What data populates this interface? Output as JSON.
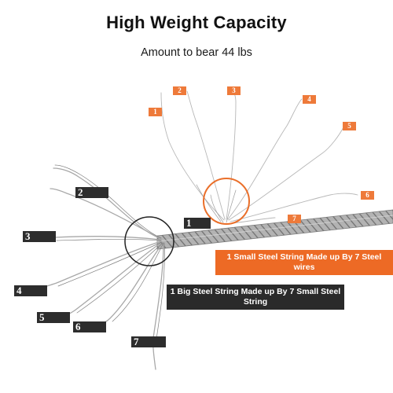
{
  "header": {
    "title": "High Weight Capacity",
    "subtitle": "Amount to bear 44 lbs"
  },
  "small_string_labels": [
    "1",
    "2",
    "3",
    "4",
    "5",
    "6",
    "7"
  ],
  "big_string_labels": [
    "1",
    "2",
    "3",
    "4",
    "5",
    "6",
    "7"
  ],
  "callouts": {
    "small_string": "1 Small Steel String Made up By 7 Steel wires",
    "big_string": "1 Big Steel String Made up By 7 Small Steel String"
  },
  "colors": {
    "orange": "#ee7a3a",
    "callout_orange": "#ed6a25",
    "dark": "#2d2d2d",
    "cable": "#9a9a9a"
  }
}
